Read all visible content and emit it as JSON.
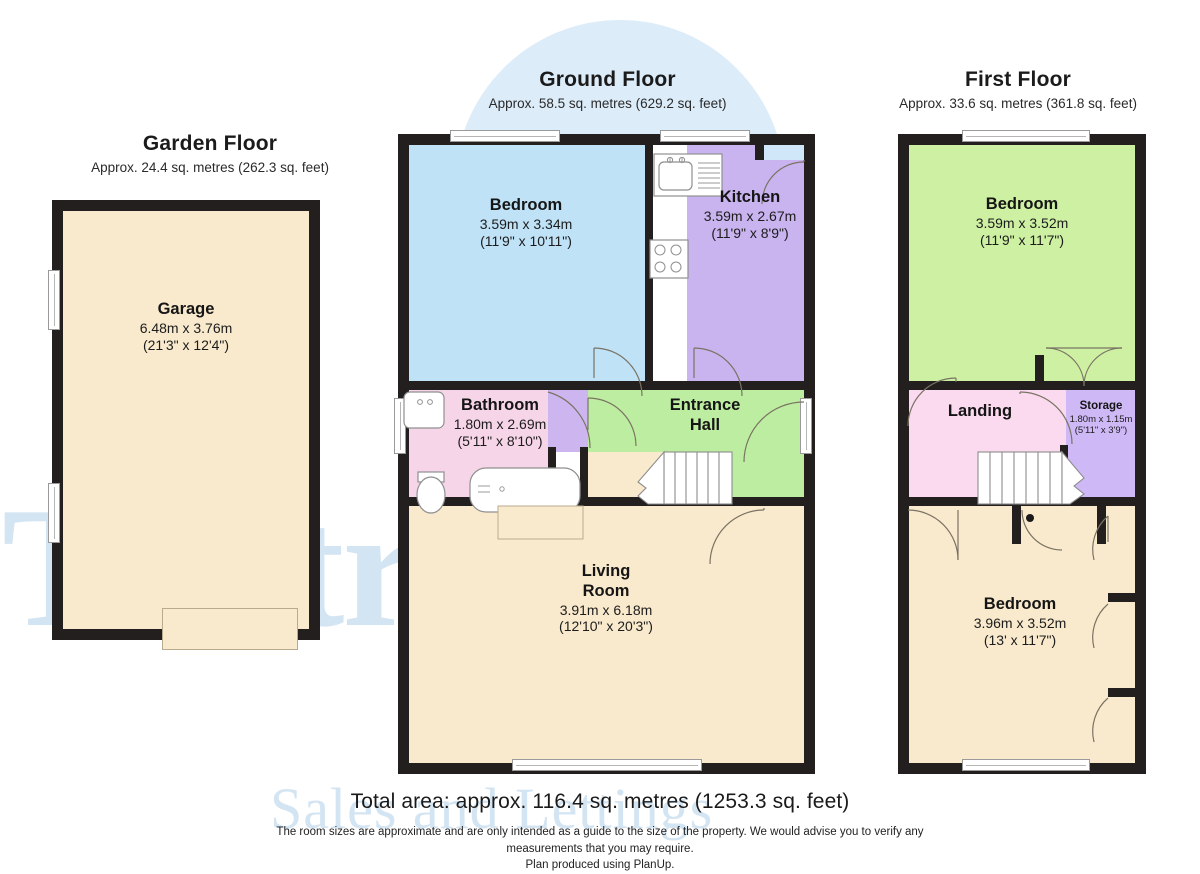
{
  "watermark": {
    "brand": "Tristram's",
    "tagline": "Sales and Lettings"
  },
  "floors": [
    {
      "id": "garden",
      "title": "Garden Floor",
      "area": "Approx. 24.4 sq. metres (262.3 sq. feet)",
      "rooms": [
        {
          "id": "garage",
          "name": "Garage",
          "metric": "6.48m x 3.76m",
          "imperial": "(21'3\" x 12'4\")",
          "color": "#faeacd"
        }
      ]
    },
    {
      "id": "ground",
      "title": "Ground Floor",
      "area": "Approx. 58.5 sq. metres (629.2 sq. feet)",
      "rooms": [
        {
          "id": "gf-bedroom",
          "name": "Bedroom",
          "metric": "3.59m x 3.34m",
          "imperial": "(11'9\" x 10'11\")",
          "color": "#bfe2f7"
        },
        {
          "id": "gf-kitchen",
          "name": "Kitchen",
          "metric": "3.59m x 2.67m",
          "imperial": "(11'9\" x 8'9\")",
          "color": "#c9b4ef"
        },
        {
          "id": "gf-bathroom",
          "name": "Bathroom",
          "metric": "1.80m x 2.69m",
          "imperial": "(5'11\" x 8'10\")",
          "color": "#f7d5e8"
        },
        {
          "id": "gf-hall",
          "name": "Entrance Hall",
          "metric": "",
          "imperial": "",
          "color": "#bdeda0"
        },
        {
          "id": "gf-living",
          "name": "Living Room",
          "metric": "3.91m x 6.18m",
          "imperial": "(12'10\" x 20'3\")",
          "color": "#faeacd"
        }
      ]
    },
    {
      "id": "first",
      "title": "First Floor",
      "area": "Approx. 33.6 sq. metres (361.8 sq. feet)",
      "rooms": [
        {
          "id": "ff-bedroom-front",
          "name": "Bedroom",
          "metric": "3.59m x 3.52m",
          "imperial": "(11'9\" x 11'7\")",
          "color": "#cdf0a2"
        },
        {
          "id": "ff-landing",
          "name": "Landing",
          "metric": "",
          "imperial": "",
          "color": "#fbdaef"
        },
        {
          "id": "ff-storage",
          "name": "Storage",
          "metric": "1.80m x 1.15m",
          "imperial": "(5'11\" x 3'9\")",
          "color": "#ceb8f5"
        },
        {
          "id": "ff-bedroom-rear",
          "name": "Bedroom",
          "metric": "3.96m x 3.52m",
          "imperial": "(13' x 11'7\")",
          "color": "#faeacd"
        }
      ]
    }
  ],
  "labels": {
    "entrance_hall_line1": "Entrance",
    "entrance_hall_line2": "Hall",
    "living_room_line1": "Living",
    "living_room_line2": "Room"
  },
  "footer": {
    "total_area": "Total area: approx. 116.4 sq. metres (1253.3 sq. feet)",
    "disclaimer_line1": "The room sizes are approximate and are only intended as a guide to the size of the property. We would advise you to verify any",
    "disclaimer_line2": "measurements that you may require.",
    "disclaimer_line3": "Plan produced using PlanUp."
  },
  "colors": {
    "wall": "#231f1f",
    "beige": "#faeacd",
    "blue": "#bfe2f7",
    "purple": "#c9b4ef",
    "pink": "#f7d5e8",
    "green": "#bdeda0",
    "lightgreen": "#cdf0a2",
    "lilac": "#ceb8f5",
    "lightpink": "#fbdaef",
    "watermark": "#d3e4f2"
  }
}
